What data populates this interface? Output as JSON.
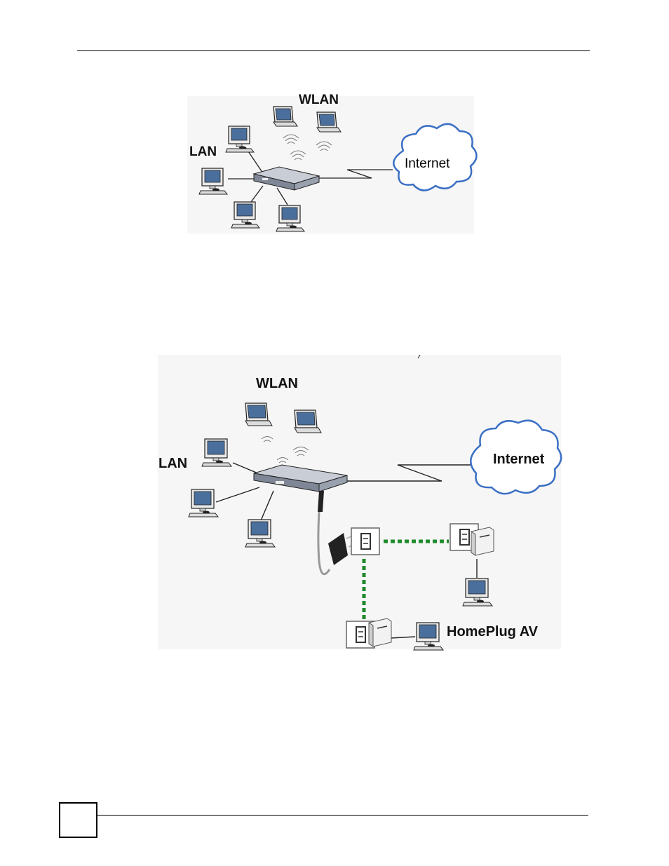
{
  "figure1": {
    "labels": {
      "wlan": "WLAN",
      "lan": "LAN",
      "internet": "Internet"
    }
  },
  "figure2": {
    "labels": {
      "wlan": "WLAN",
      "lan": "LAN",
      "internet": "Internet",
      "homeplug": "HomePlug AV"
    }
  },
  "colors": {
    "powerline_link": "#1f8a2b",
    "cloud_stroke": "#3a6fc4",
    "monitor_screen": "#4a6f9c"
  }
}
